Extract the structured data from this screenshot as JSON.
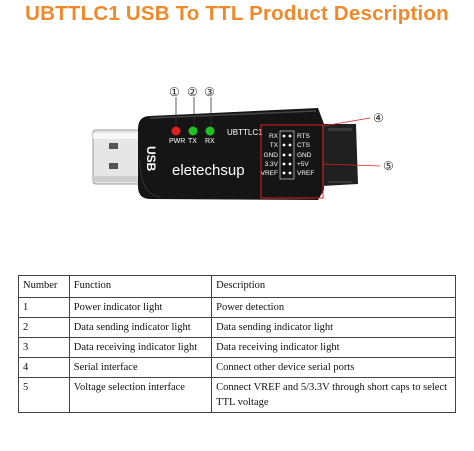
{
  "title": "UBTTLC1 USB To TTL Product Description",
  "device": {
    "usb_label": "USB",
    "brand": "eletechsup",
    "model": "UBTTLC1",
    "leds": [
      {
        "label": "PWR",
        "color": "#e02020"
      },
      {
        "label": "TX",
        "color": "#22c022"
      },
      {
        "label": "RX",
        "color": "#22c022"
      }
    ],
    "pins_left": [
      "RX",
      "TX",
      "GND",
      "3.3V",
      "VREF"
    ],
    "pins_right": [
      "RTS",
      "CTS",
      "GND",
      "+5V",
      "VREF"
    ]
  },
  "callouts": [
    "①",
    "②",
    "③",
    "④",
    "⑤"
  ],
  "table": {
    "headers": [
      "Number",
      "Function",
      "Description"
    ],
    "rows": [
      [
        "1",
        "Power indicator light",
        "Power detection"
      ],
      [
        "2",
        "Data sending indicator light",
        "Data sending indicator light"
      ],
      [
        "3",
        "Data receiving indicator light",
        "Data receiving indicator light"
      ],
      [
        "4",
        "Serial interface",
        "Connect other device serial ports"
      ],
      [
        "5",
        "Voltage selection interface",
        "Connect VREF and 5/3.3V through short caps to select TTL voltage"
      ]
    ]
  }
}
